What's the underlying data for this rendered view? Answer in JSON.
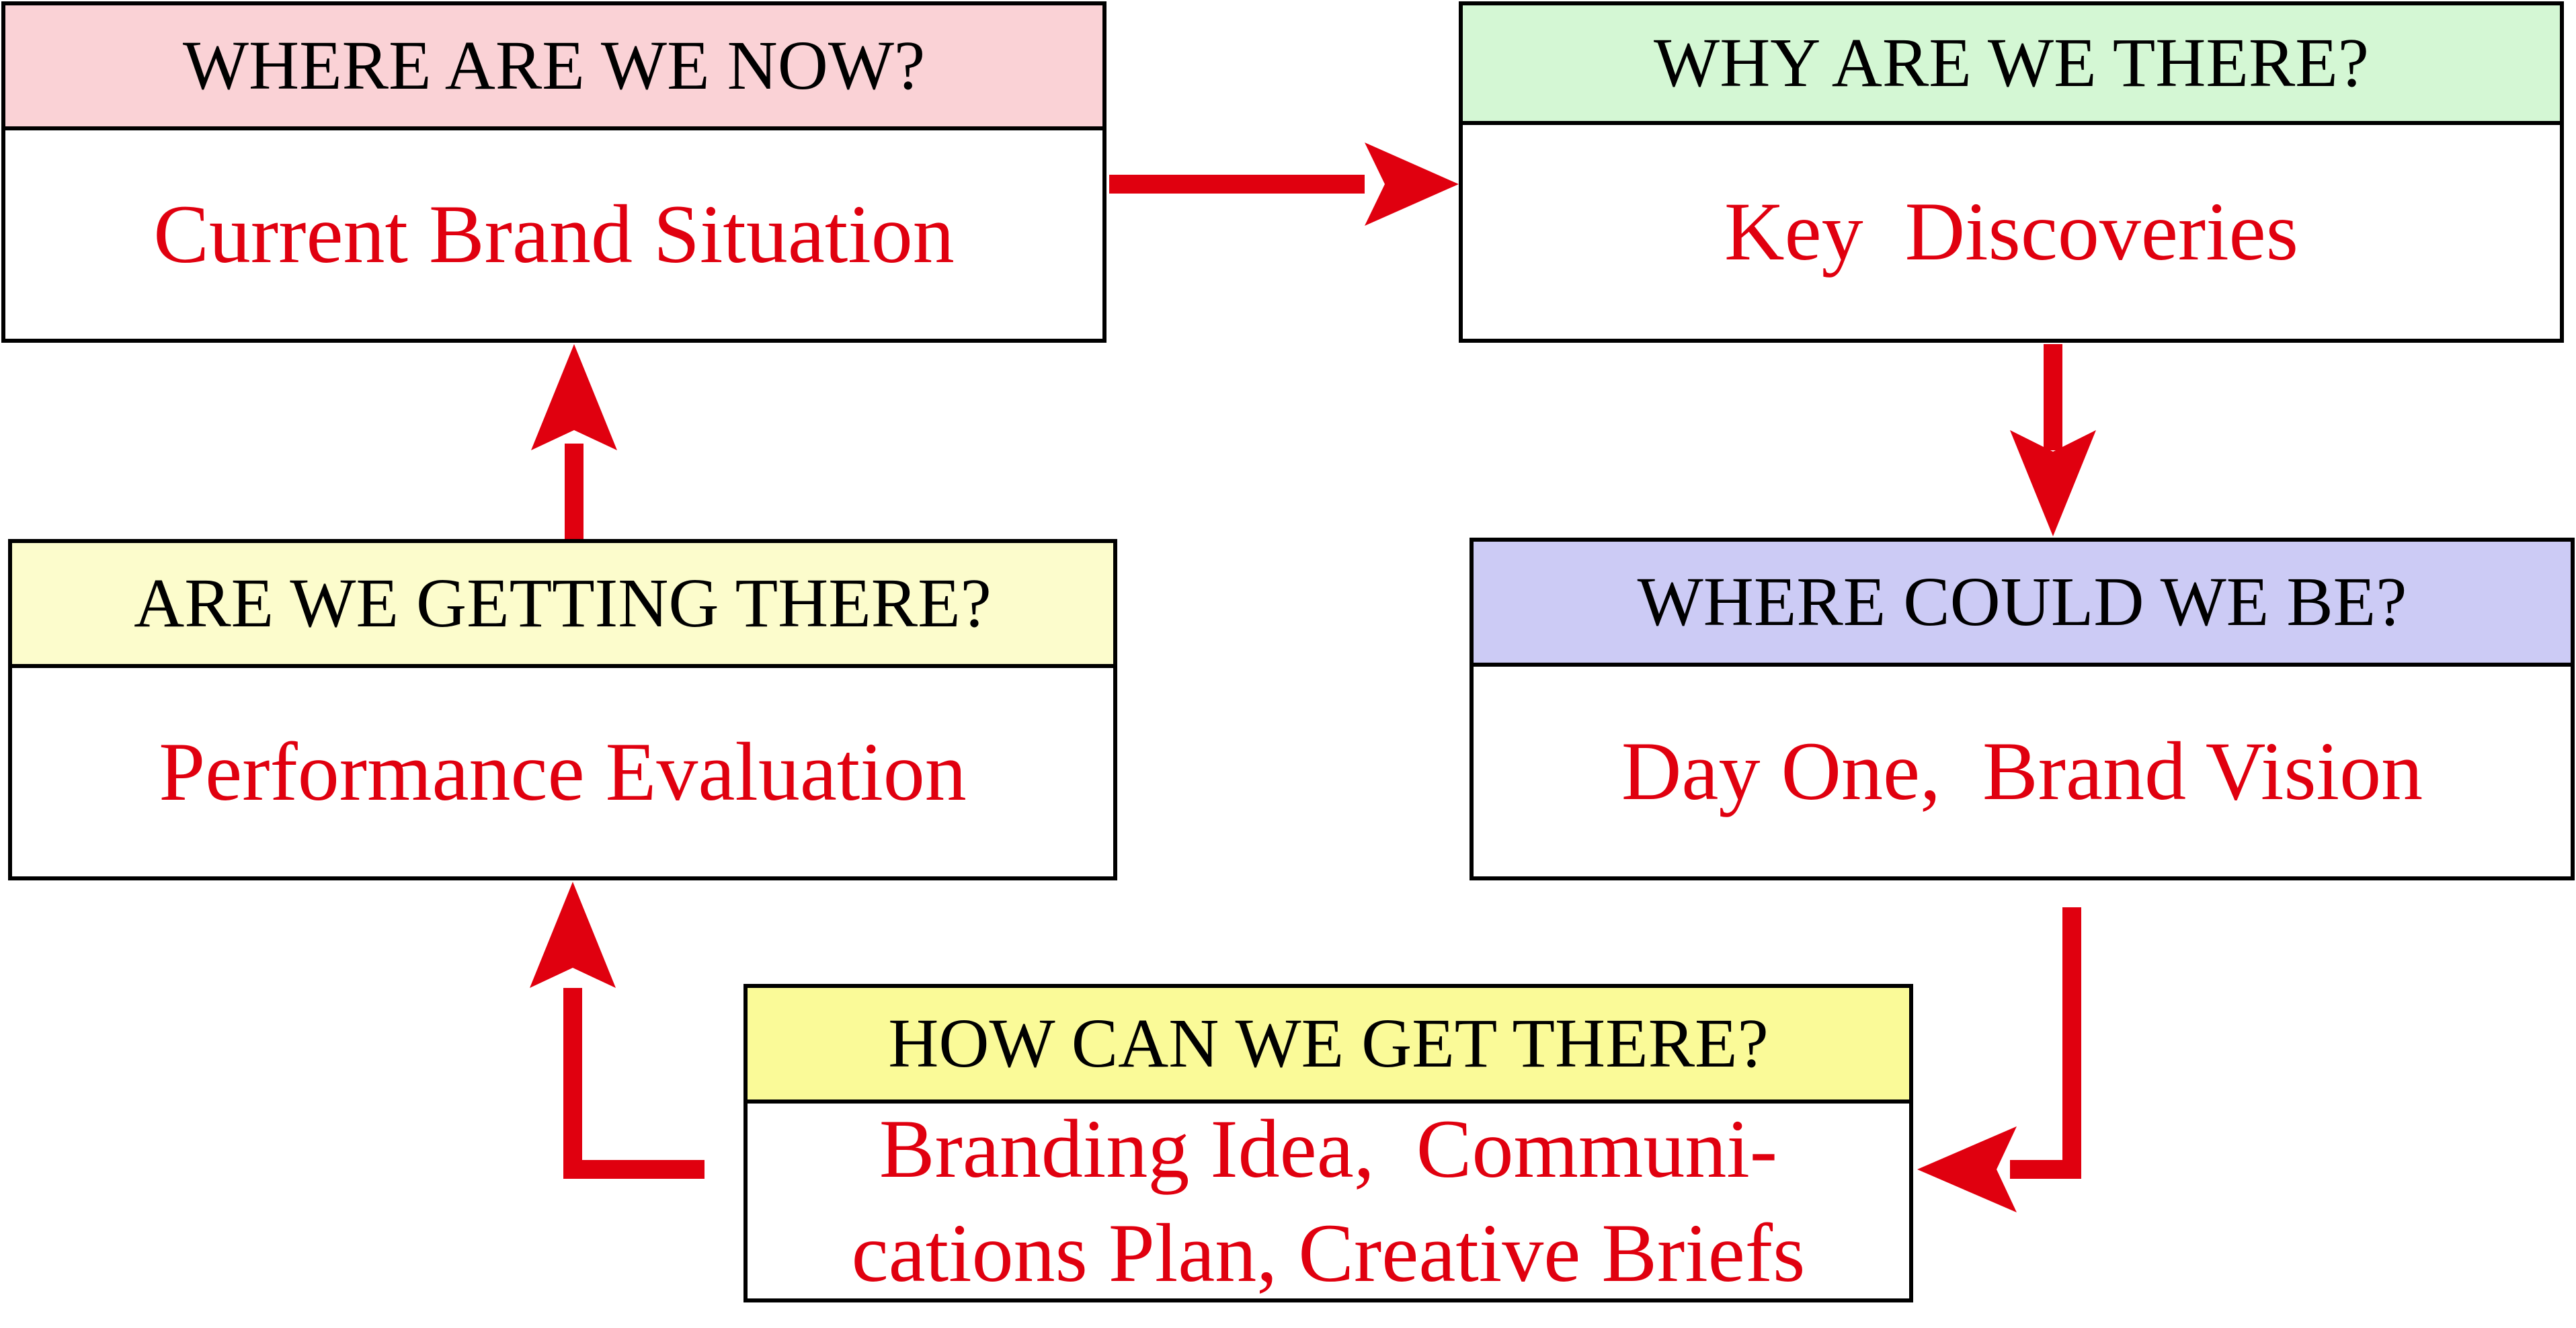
{
  "colors": {
    "arrow": "#e0000f",
    "body_text": "#e0000f",
    "header_text": "#000000",
    "border": "#000000"
  },
  "boxes": {
    "now": {
      "header": "WHERE ARE WE NOW?",
      "body": "Current Brand Situation",
      "header_color": "#fad2d6"
    },
    "why": {
      "header": "WHY ARE WE THERE?",
      "body": "Key  Discoveries",
      "header_color": "#d4f7d4"
    },
    "could": {
      "header": "WHERE COULD WE BE?",
      "body": "Day One,  Brand Vision",
      "header_color": "#cccbf5"
    },
    "how": {
      "header": "HOW CAN WE GET THERE?",
      "body": "Branding Idea,  Communi-\ncations Plan, Creative Briefs",
      "header_color": "#fafa98"
    },
    "getting": {
      "header": "ARE WE GETTING THERE?",
      "body": "Performance Evaluation",
      "header_color": "#fcfccc"
    }
  }
}
